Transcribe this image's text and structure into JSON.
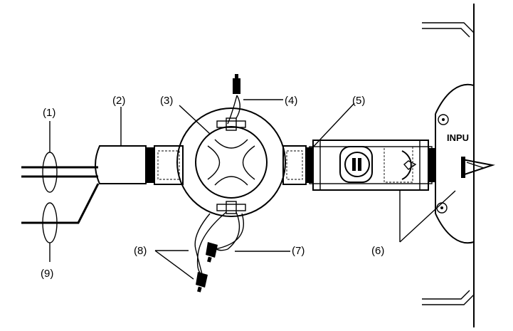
{
  "labels": {
    "l1": "(1)",
    "l2": "(2)",
    "l3": "(3)",
    "l4": "(4)",
    "l5": "(5)",
    "l6": "(6)",
    "l7": "(7)",
    "l8": "(8)",
    "l9": "(9)"
  },
  "enclosure_text": "INPU",
  "colors": {
    "ink": "#000000",
    "background": "#ffffff"
  }
}
